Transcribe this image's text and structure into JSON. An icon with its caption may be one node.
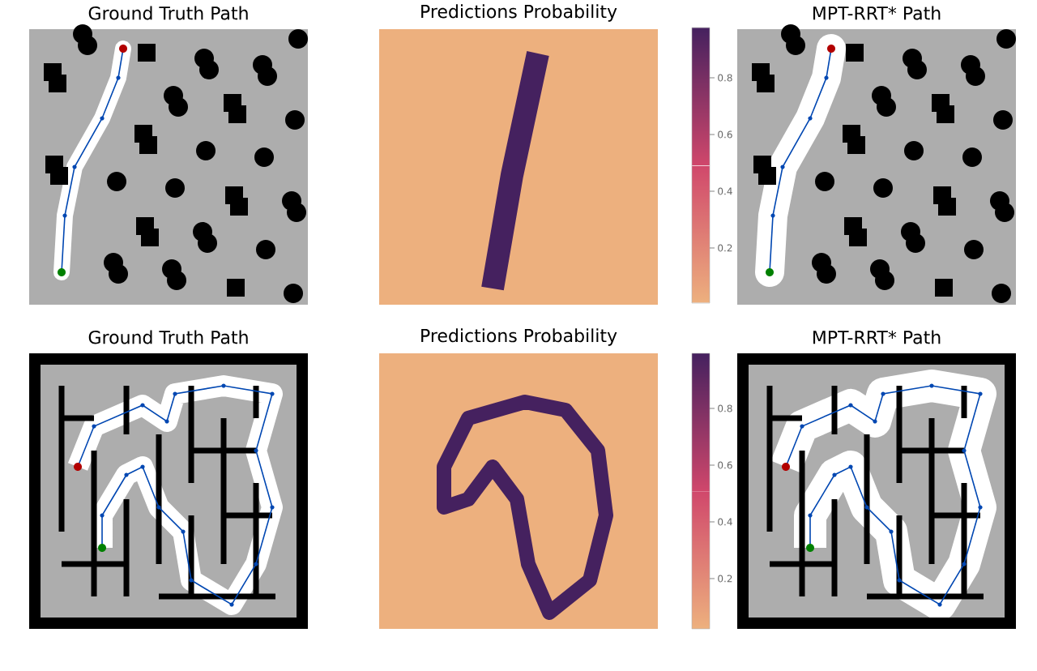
{
  "diagram": {
    "labels": [
      "Ground Truth Path",
      "Predictions Probability",
      "MPT-RRT* Path",
      "0.8",
      "0.6",
      "0.4",
      "0.2",
      "Ground Truth Path",
      "Predictions Probability",
      "MPT-RRT* Path",
      "0.8",
      "0.6",
      "0.4",
      "0.2"
    ]
  }
}
